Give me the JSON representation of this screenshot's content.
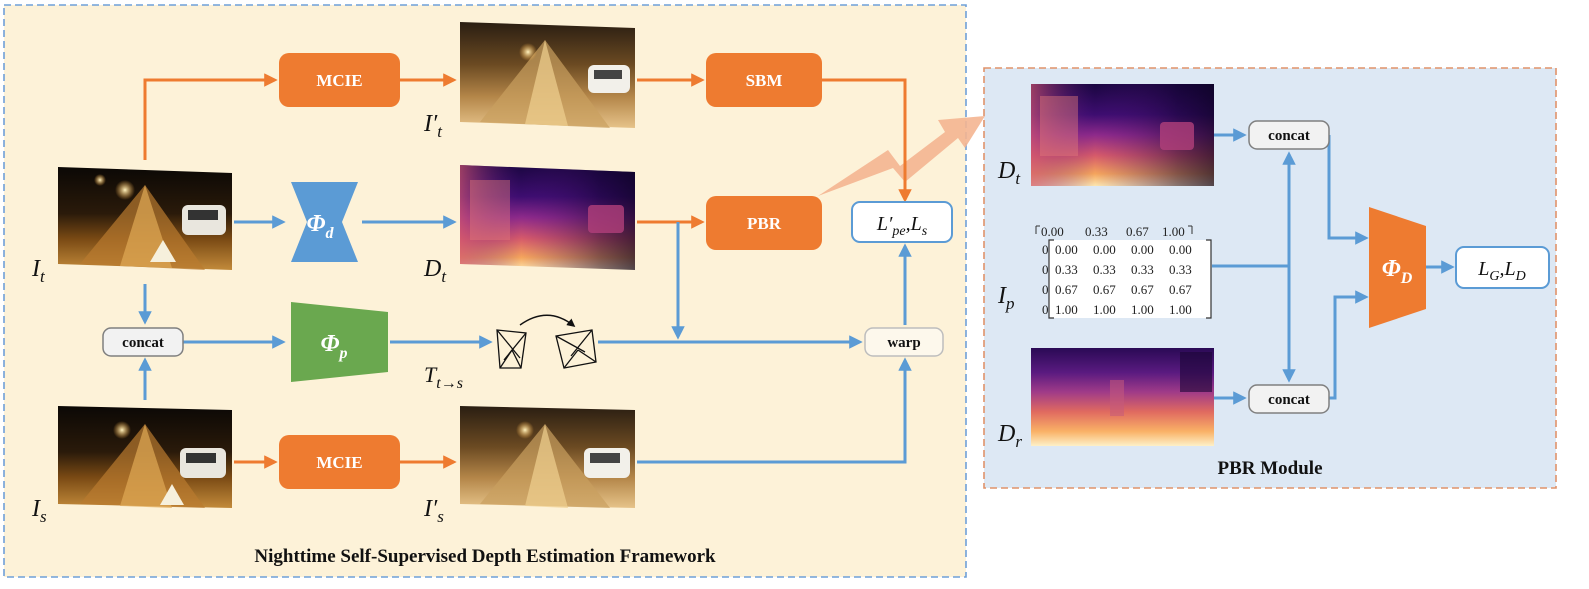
{
  "colors": {
    "framework_bg": "#fdf2d8",
    "framework_border": "#6fa0d8",
    "pbr_bg": "#dde8f4",
    "pbr_border": "#e0936a",
    "orange_box": "#ee7b30",
    "orange_line": "#ee7b30",
    "blue_line": "#5b9bd5",
    "phi_d_fill": "#5b9bd5",
    "phi_p_fill": "#6aa84f",
    "phi_D_fill": "#ee7b30",
    "pill_border": "#7f7f7f"
  },
  "framework": {
    "title": "Nighttime Self-Supervised Depth Estimation Framework",
    "nodes": {
      "mcie_top": "MCIE",
      "sbm": "SBM",
      "pbr": "PBR",
      "mcie_bottom": "MCIE",
      "concat": "concat",
      "warp": "warp"
    },
    "networks": {
      "phi_d": {
        "symbol": "Φ",
        "sub": "d"
      },
      "phi_p": {
        "symbol": "Φ",
        "sub": "p"
      }
    },
    "loss_box": {
      "l1": "L",
      "l1_prime": "′",
      "l1_sub": "pe",
      "sep": ",",
      "l2": "L",
      "l2_sub": "s"
    },
    "labels": {
      "it": {
        "main": "I",
        "sub": "t"
      },
      "it_prime": {
        "main": "I",
        "prime": "′",
        "sub": "t"
      },
      "dt": {
        "main": "D",
        "sub": "t"
      },
      "is": {
        "main": "I",
        "sub": "s"
      },
      "is_prime": {
        "main": "I",
        "prime": "′",
        "sub": "s"
      },
      "transform": {
        "main": "T",
        "sub": "t→s"
      }
    }
  },
  "pbr_module": {
    "title": "PBR Module",
    "concat_top": "concat",
    "concat_bottom": "concat",
    "phi_D": {
      "symbol": "Φ",
      "sub": "D"
    },
    "output": {
      "a": "L",
      "a_sub": "G",
      "sep": ",",
      "b": "L",
      "b_sub": "D"
    },
    "labels": {
      "dt": {
        "main": "D",
        "sub": "t"
      },
      "ip": {
        "main": "I",
        "sub": "p"
      },
      "dr": {
        "main": "D",
        "sub": "r"
      }
    },
    "matrix_back_row": [
      "0.00",
      "0.33",
      "0.67",
      "1.00"
    ],
    "matrix_front_rows": [
      [
        "0.00",
        "0.00",
        "0.00",
        "0.00"
      ],
      [
        "0.33",
        "0.33",
        "0.33",
        "0.33"
      ],
      [
        "0.67",
        "0.67",
        "0.67",
        "0.67"
      ],
      [
        "1.00",
        "1.00",
        "1.00",
        "1.00"
      ]
    ],
    "matrix_back_col": [
      "0",
      "0",
      "0",
      "0"
    ]
  }
}
